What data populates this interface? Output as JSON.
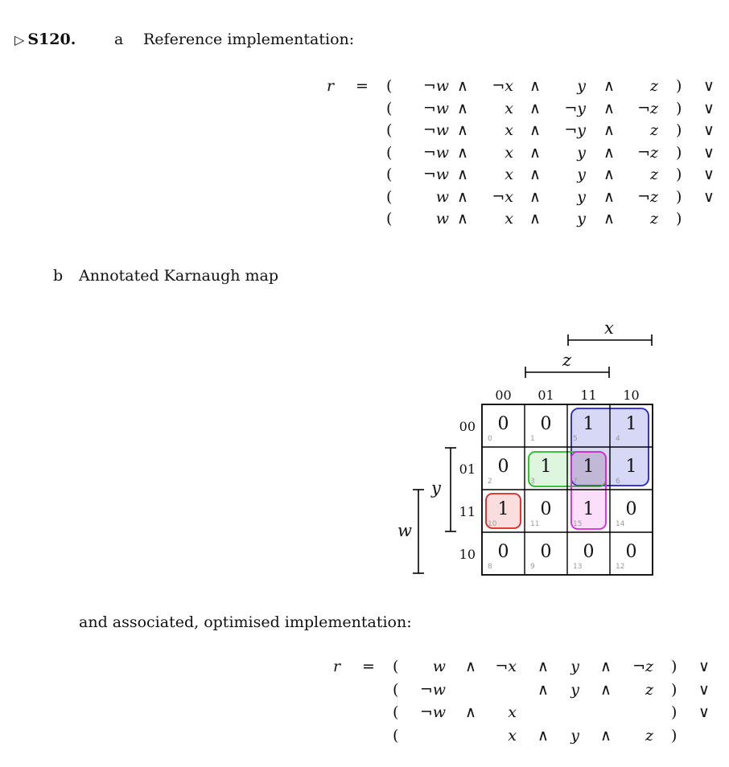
{
  "section": {
    "marker": "▷",
    "number": "S120.",
    "part_a_letter": "a",
    "part_a_title": "Reference implementation:",
    "part_b_letter": "b",
    "part_b_title": "Annotated Karnaugh map",
    "part_c_text": "and associated, optimised implementation:"
  },
  "reference": {
    "lhs": "r",
    "eq": "=",
    "rows": [
      {
        "w": "¬w",
        "x": "¬x",
        "y": "y",
        "z": "z",
        "op": "∨"
      },
      {
        "w": "¬w",
        "x": "x",
        "y": "¬y",
        "z": "¬z",
        "op": "∨"
      },
      {
        "w": "¬w",
        "x": "x",
        "y": "¬y",
        "z": "z",
        "op": "∨"
      },
      {
        "w": "¬w",
        "x": "x",
        "y": "y",
        "z": "¬z",
        "op": "∨"
      },
      {
        "w": "¬w",
        "x": "x",
        "y": "y",
        "z": "z",
        "op": "∨"
      },
      {
        "w": "w",
        "x": "¬x",
        "y": "y",
        "z": "¬z",
        "op": "∨"
      },
      {
        "w": "w",
        "x": "x",
        "y": "y",
        "z": "z",
        "op": ""
      }
    ]
  },
  "kmap": {
    "col_headers": [
      "00",
      "01",
      "11",
      "10"
    ],
    "row_headers": [
      "00",
      "01",
      "11",
      "10"
    ],
    "axis_x": "x",
    "axis_z": "z",
    "axis_y": "y",
    "axis_w": "w",
    "cells": [
      [
        {
          "v": "0",
          "i": "0"
        },
        {
          "v": "0",
          "i": "1"
        },
        {
          "v": "1",
          "i": "5"
        },
        {
          "v": "1",
          "i": "4"
        }
      ],
      [
        {
          "v": "0",
          "i": "2"
        },
        {
          "v": "1",
          "i": "3"
        },
        {
          "v": "1",
          "i": "7"
        },
        {
          "v": "1",
          "i": "6"
        }
      ],
      [
        {
          "v": "1",
          "i": "10"
        },
        {
          "v": "0",
          "i": "11"
        },
        {
          "v": "1",
          "i": "15"
        },
        {
          "v": "0",
          "i": "14"
        }
      ],
      [
        {
          "v": "0",
          "i": "8"
        },
        {
          "v": "0",
          "i": "9"
        },
        {
          "v": "0",
          "i": "13"
        },
        {
          "v": "0",
          "i": "12"
        }
      ]
    ],
    "group_colors": {
      "blue": "#2222cc",
      "green": "#22bb22",
      "magenta": "#dd22dd",
      "red": "#dd2222"
    }
  },
  "optimised": {
    "lhs": "r",
    "eq": "=",
    "rows": [
      {
        "w": "w",
        "a1": "∧",
        "x": "¬x",
        "a2": "∧",
        "y": "y",
        "a3": "∧",
        "z": "¬z",
        "op": "∨"
      },
      {
        "w": "¬w",
        "a1": "",
        "x": "",
        "a2": "∧",
        "y": "y",
        "a3": "∧",
        "z": "z",
        "op": "∨"
      },
      {
        "w": "¬w",
        "a1": "∧",
        "x": "x",
        "a2": "",
        "y": "",
        "a3": "",
        "z": "",
        "op": "∨"
      },
      {
        "w": "",
        "a1": "",
        "x": "x",
        "a2": "∧",
        "y": "y",
        "a3": "∧",
        "z": "z",
        "op": ""
      }
    ]
  }
}
